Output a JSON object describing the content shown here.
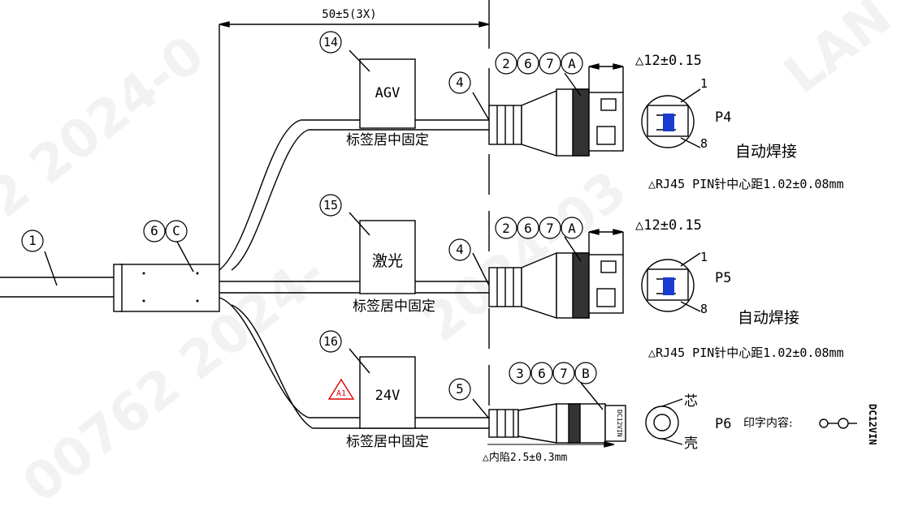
{
  "dimension_top": "50±5(3X)",
  "branches": {
    "agv": {
      "label_num": "14",
      "label_text": "AGV",
      "fix_note": "标签居中固定",
      "cable_num": "4",
      "callout": [
        "2",
        "6",
        "7",
        "A"
      ],
      "dimension": "△12±0.15",
      "port": "P4",
      "pin_start": "1",
      "pin_end": "8",
      "weld": "自动焊接",
      "pin_note": "△RJ45 PIN针中心距1.02±0.08mm"
    },
    "laser": {
      "label_num": "15",
      "label_text": "激光",
      "fix_note": "标签居中固定",
      "cable_num": "4",
      "callout": [
        "2",
        "6",
        "7",
        "A"
      ],
      "dimension": "△12±0.15",
      "port": "P5",
      "pin_start": "1",
      "pin_end": "8",
      "weld": "自动焊接",
      "pin_note": "△RJ45 PIN针中心距1.02±0.08mm"
    },
    "power": {
      "label_num": "16",
      "label_text": "24V",
      "fix_note": "标签居中固定",
      "cable_num": "5",
      "callout": [
        "3",
        "6",
        "7",
        "B"
      ],
      "warning": "A1",
      "inset_note": "△内陷2.5±0.3mm",
      "dc_print": "DC12VIN",
      "core": "芯",
      "shell": "壳",
      "port": "P6",
      "print_content": "印字内容:",
      "print_text": "DC12VIN"
    }
  },
  "main_cable_num": "1",
  "splitter_callout": [
    "6",
    "C"
  ],
  "watermark_lines": [
    "2 2024-0",
    "00762 2024-",
    "2024-03",
    "LAN"
  ]
}
